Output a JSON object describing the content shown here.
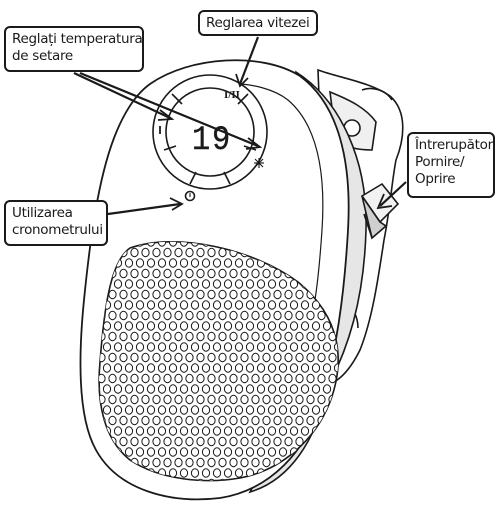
{
  "callouts": {
    "temperature": {
      "line1": "Reglați temperatura",
      "line2": "de setare"
    },
    "speed": {
      "label": "Reglarea vitezei"
    },
    "timer": {
      "line1": "Utilizarea",
      "line2": "cronometrului"
    },
    "power": {
      "line1": "Întrerupător",
      "line2": "Pornire/",
      "line3": "Oprire"
    }
  },
  "device": {
    "display_value": "19",
    "speed_button_label": "I/II"
  },
  "colors": {
    "outline": "#1a1a1a",
    "body": "#ffffff",
    "shade": "#e6e6e6"
  }
}
